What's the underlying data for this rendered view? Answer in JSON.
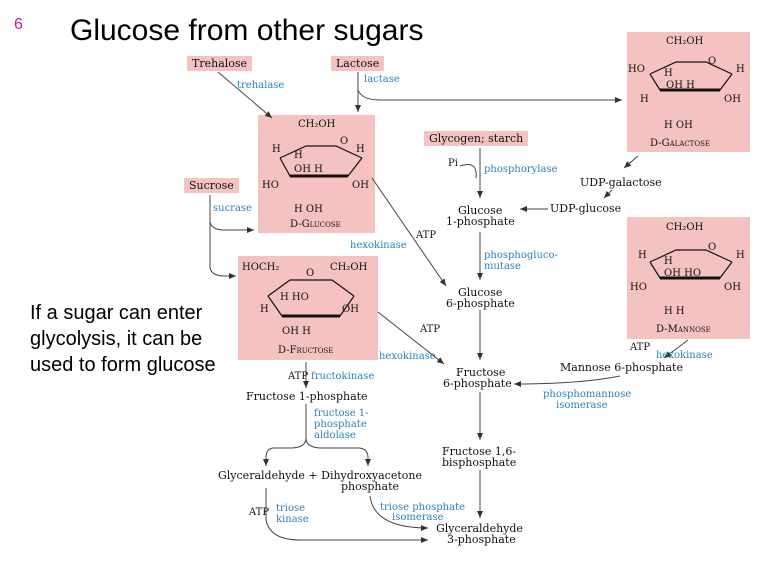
{
  "slide": {
    "number": "6",
    "title": "Glucose from other sugars",
    "note": "If a sugar can enter glycolysis, it can be used to form glucose"
  },
  "sources": {
    "trehalose": "Trehalose",
    "lactose": "Lactose",
    "sucrose": "Sucrose",
    "glycogen": "Glycogen; starch"
  },
  "enzymes": {
    "trehalase": "trehalase",
    "lactase": "lactase",
    "sucrase": "sucrase",
    "hexokinase_top": "hexokinase",
    "hexokinase_mid": "hexokinase",
    "hexokinase_right": "hexokinase",
    "phosphorylase": "phosphorylase",
    "phosphoglucomutase_1": "phosphogluco-",
    "phosphoglucomutase_2": "mutase",
    "fructokinase": "fructokinase",
    "aldolase_1": "fructose 1-",
    "aldolase_2": "phosphate",
    "aldolase_3": "aldolase",
    "triose_kinase_1": "triose",
    "triose_kinase_2": "kinase",
    "tpi_1": "triose phosphate",
    "tpi_2": "isomerase",
    "pmi_1": "phosphomannose",
    "pmi_2": "isomerase"
  },
  "cofactors": {
    "atp_glucose": "ATP",
    "atp_fructose": "ATP",
    "atp_fructokinase": "ATP",
    "atp_mannose": "ATP",
    "atp_triose": "ATP",
    "pi": "Pi"
  },
  "metabolites": {
    "glucose_1p_a": "Glucose",
    "glucose_1p_b": "1-phosphate",
    "udp_glucose": "UDP-glucose",
    "udp_galactose": "UDP-galactose",
    "glucose_6p_a": "Glucose",
    "glucose_6p_b": "6-phosphate",
    "fructose_6p_a": "Fructose",
    "fructose_6p_b": "6-phosphate",
    "fructose_1p": "Fructose 1-phosphate",
    "mannose_6p": "Mannose 6-phosphate",
    "fbp_a": "Fructose 1,6-",
    "fbp_b": "bisphosphate",
    "gad": "Glyceraldehyde + Dihydroxyacetone",
    "gad_b": "phosphate",
    "g3p_a": "Glyceraldehyde",
    "g3p_b": "3-phosphate"
  },
  "structures": {
    "galactose": "D-Galactose",
    "glucose": "D-Glucose",
    "fructose": "D-Fructose",
    "mannose": "D-Mannose"
  },
  "atoms": {
    "ch2oh": "CH₂OH",
    "hoch2": "HOCH₂",
    "o": "O",
    "h": "H",
    "oh": "OH",
    "ho": "HO",
    "oh_h": "OH  H",
    "h_ho": "H  HO",
    "oh_ho": "OH HO",
    "h_oh": "H   OH",
    "h_h": "H    H",
    "oh_h2": "OH   H"
  }
}
